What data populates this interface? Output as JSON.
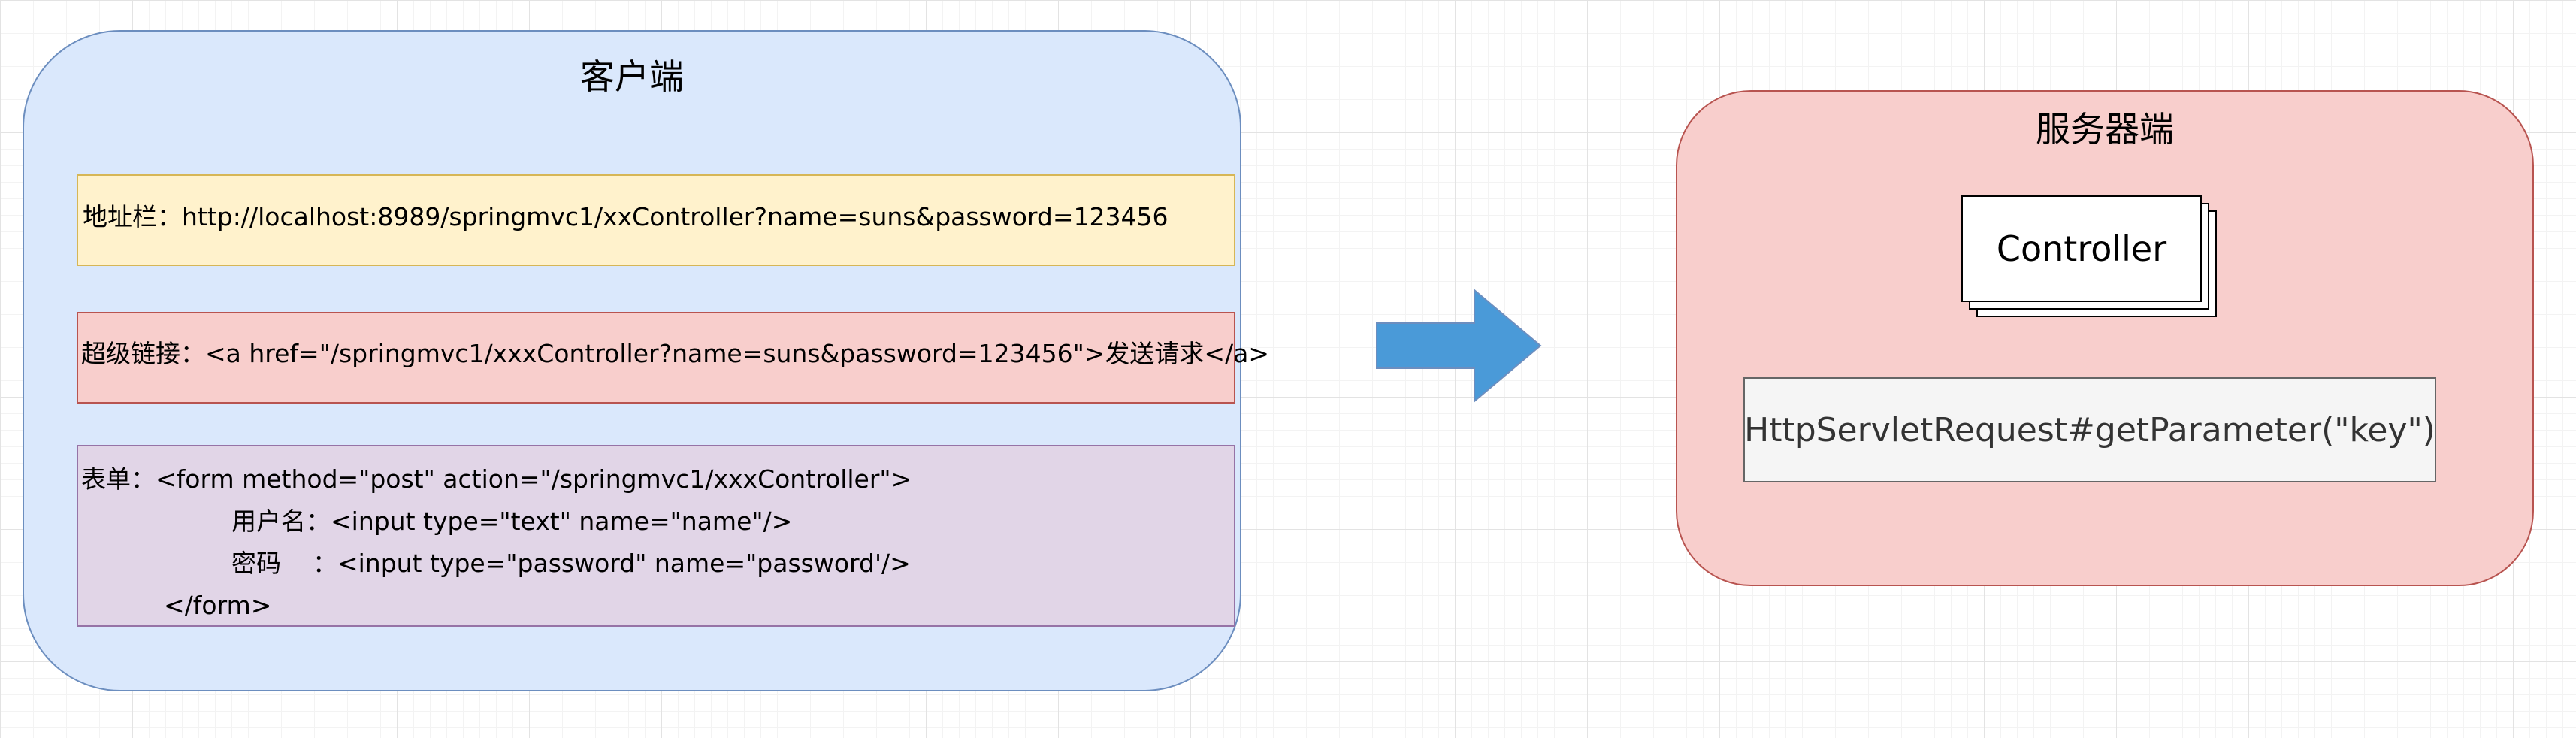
{
  "colors": {
    "client_fill": "#dae8fc",
    "client_stroke": "#6c8ebf",
    "address_fill": "#fff2cc",
    "address_stroke": "#d6b656",
    "link_fill": "#f8cecc",
    "link_stroke": "#b85450",
    "form_fill": "#e1d5e7",
    "form_stroke": "#9673a6",
    "server_fill": "#f8cecc",
    "server_stroke": "#b85450",
    "arrow_fill": "#4a9ad8",
    "request_fill": "#f5f5f5",
    "request_stroke": "#666666"
  },
  "client": {
    "title": "客户端",
    "address_bar": "地址栏：http://localhost:8989/springmvc1/xxController?name=suns&password=123456",
    "hyperlink": "超级链接：<a href=\"/springmvc1/xxxController?name=suns&password=123456\">发送请求</a>",
    "form": {
      "line1": "表单：<form method=\"post\" action=\"/springmvc1/xxxController\">",
      "line2": "用户名：<input type=\"text\" name=\"name\"/>",
      "line3": "密码    ：<input type=\"password\" name=\"password'/>",
      "line4": "</form>"
    }
  },
  "arrow": {
    "icon": "right-arrow-icon"
  },
  "server": {
    "title": "服务器端",
    "controller_label": "Controller",
    "request_method": "HttpServletRequest#getParameter(\"key\")"
  }
}
